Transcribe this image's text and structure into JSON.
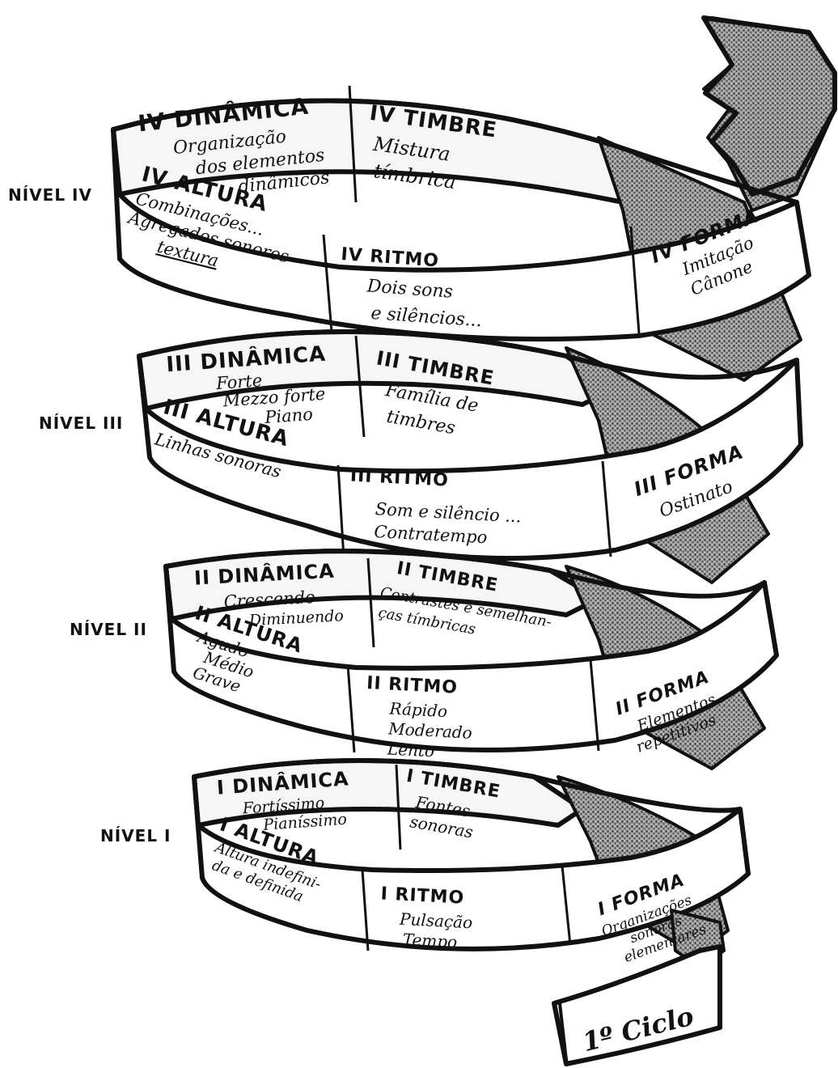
{
  "levels": [
    {
      "label": "NÍVEL IV",
      "dinamica": {
        "title": "IV DINÂMICA",
        "lines": [
          "Organização",
          "dos elementos",
          "dinâmicos"
        ]
      },
      "timbre": {
        "title": "IV TIMBRE",
        "lines": [
          "Mistura",
          "tímbrica"
        ]
      },
      "altura": {
        "title": "IV ALTURA",
        "lines": [
          "Combinações...",
          "Agregados sonoros",
          "textura"
        ]
      },
      "ritmo": {
        "title": "IV RITMO",
        "lines": [
          "Dois sons",
          "e silêncios..."
        ]
      },
      "forma": {
        "title": "IV FORMA",
        "lines": [
          "Imitação",
          "Cânone"
        ]
      }
    },
    {
      "label": "NÍVEL III",
      "dinamica": {
        "title": "III DINÂMICA",
        "lines": [
          "Forte",
          "Mezzo forte",
          "Piano"
        ]
      },
      "timbre": {
        "title": "III TIMBRE",
        "lines": [
          "Família de",
          "timbres"
        ]
      },
      "altura": {
        "title": "III ALTURA",
        "lines": [
          "Linhas sonoras"
        ]
      },
      "ritmo": {
        "title": "III RITMO",
        "lines": [
          "Som e silêncio ...",
          "Contratempo"
        ]
      },
      "forma": {
        "title": "III FORMA",
        "lines": [
          "Ostinato"
        ]
      }
    },
    {
      "label": "NÍVEL II",
      "dinamica": {
        "title": "II DINÂMICA",
        "lines": [
          "Crescendo",
          "Diminuendo"
        ]
      },
      "timbre": {
        "title": "II TIMBRE",
        "lines": [
          "Contrastes e semelhan-",
          "ças tímbricas"
        ]
      },
      "altura": {
        "title": "II ALTURA",
        "lines": [
          "Agudo",
          "Médio",
          "Grave"
        ]
      },
      "ritmo": {
        "title": "II RITMO",
        "lines": [
          "Rápido",
          "Moderado",
          "Lento"
        ]
      },
      "forma": {
        "title": "II FORMA",
        "lines": [
          "Elementos",
          "repetitivos"
        ]
      }
    },
    {
      "label": "NÍVEL I",
      "dinamica": {
        "title": "I DINÂMICA",
        "lines": [
          "Fortíssimo",
          "Pianíssimo"
        ]
      },
      "timbre": {
        "title": "I TIMBRE",
        "lines": [
          "Fontes",
          "sonoras"
        ]
      },
      "altura": {
        "title": "I ALTURA",
        "lines": [
          "Altura indefini-",
          "da e definida"
        ]
      },
      "ritmo": {
        "title": "I RITMO",
        "lines": [
          "Pulsação",
          "Tempo"
        ]
      },
      "forma": {
        "title": "I FORMA",
        "lines": [
          "Organizações",
          "sonoras",
          "elementares"
        ]
      }
    }
  ],
  "footer_label": "1º Ciclo"
}
